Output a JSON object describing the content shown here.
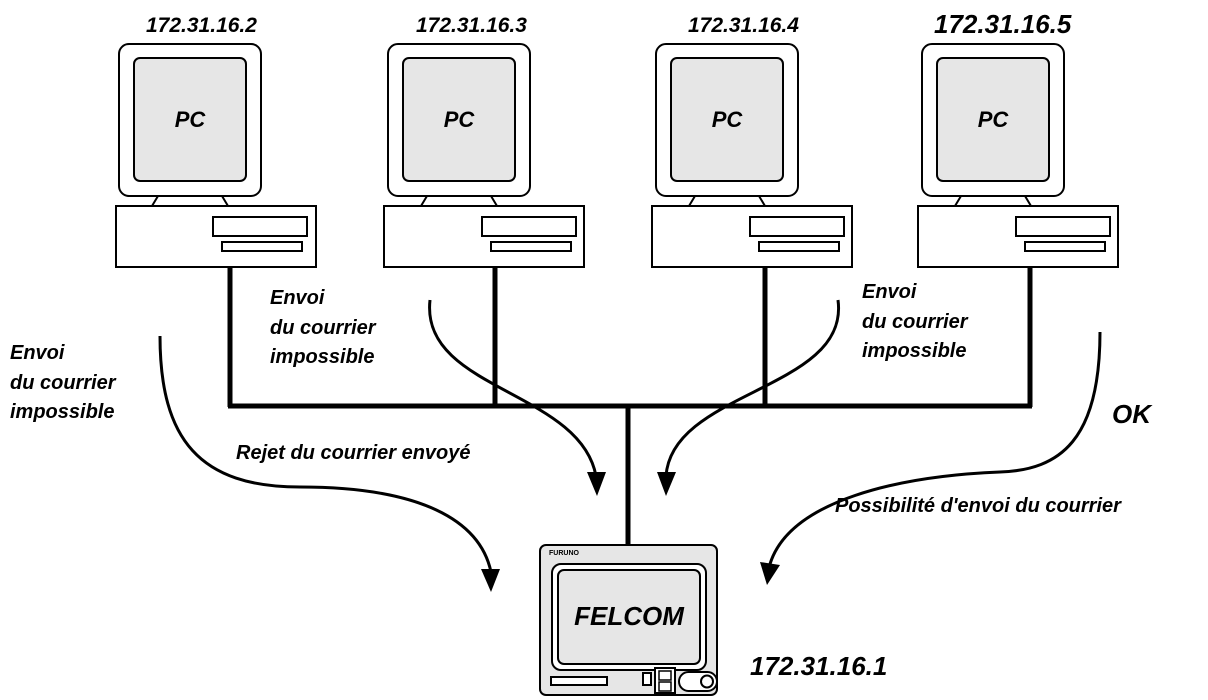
{
  "pcs": [
    {
      "ip": "172.31.16.2",
      "label": "PC"
    },
    {
      "ip": "172.31.16.3",
      "label": "PC"
    },
    {
      "ip": "172.31.16.4",
      "label": "PC"
    },
    {
      "ip": "172.31.16.5",
      "label": "PC"
    }
  ],
  "felcom": {
    "label": "FELCOM",
    "brand": "FURUNO",
    "ip": "172.31.16.1"
  },
  "notes": {
    "left_pc1": [
      "Envoi",
      "du courrier",
      "impossible"
    ],
    "pc2": [
      "Envoi",
      "du courrier",
      "impossible"
    ],
    "pc4": [
      "Envoi",
      "du courrier",
      "impossible"
    ],
    "ok": "OK",
    "reject": "Rejet du courrier envoyé",
    "possible": "Possibilité d'envoi du courrier"
  }
}
